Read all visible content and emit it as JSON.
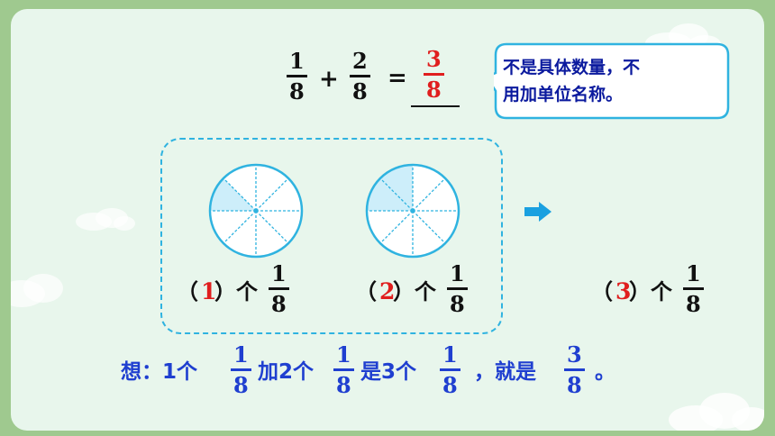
{
  "equation": {
    "left": {
      "numerator": "1",
      "denominator": "8"
    },
    "plus": "+",
    "right": {
      "numerator": "2",
      "denominator": "8"
    },
    "equals": "=",
    "answer": {
      "numerator": "3",
      "denominator": "8"
    }
  },
  "speech_bubble": {
    "line1": "不是具体数量，不",
    "line2": "用加单位名称。"
  },
  "diagrams": [
    {
      "paren_open": "（",
      "count": "1",
      "paren_close": "）",
      "unit": "个",
      "numerator": "1",
      "denominator": "8",
      "shaded_slices": 1,
      "total_slices": 8
    },
    {
      "paren_open": "（",
      "count": "2",
      "paren_close": "）",
      "unit": "个",
      "numerator": "1",
      "denominator": "8",
      "shaded_slices": 2,
      "total_slices": 8
    },
    {
      "paren_open": "（",
      "count": "3",
      "paren_close": "）",
      "unit": "个",
      "numerator": "1",
      "denominator": "8"
    }
  ],
  "thought": {
    "prefix": "想：1个",
    "f1": {
      "numerator": "1",
      "denominator": "8"
    },
    "mid1": "加2个",
    "f2": {
      "numerator": "1",
      "denominator": "8"
    },
    "mid2": "是3个",
    "f3": {
      "numerator": "1",
      "denominator": "8"
    },
    "mid3": "，就是",
    "f4": {
      "numerator": "3",
      "denominator": "8"
    },
    "end": "。"
  },
  "colors": {
    "frame": "#9fc98f",
    "panel": "#e8f6ec",
    "accent_blue": "#2fb3e0",
    "pie_fill": "#cdeefa",
    "red": "#e01e1e",
    "text_blue": "#1f3fd0"
  },
  "icons": [
    "right-arrow-icon",
    "cloud-decoration"
  ]
}
